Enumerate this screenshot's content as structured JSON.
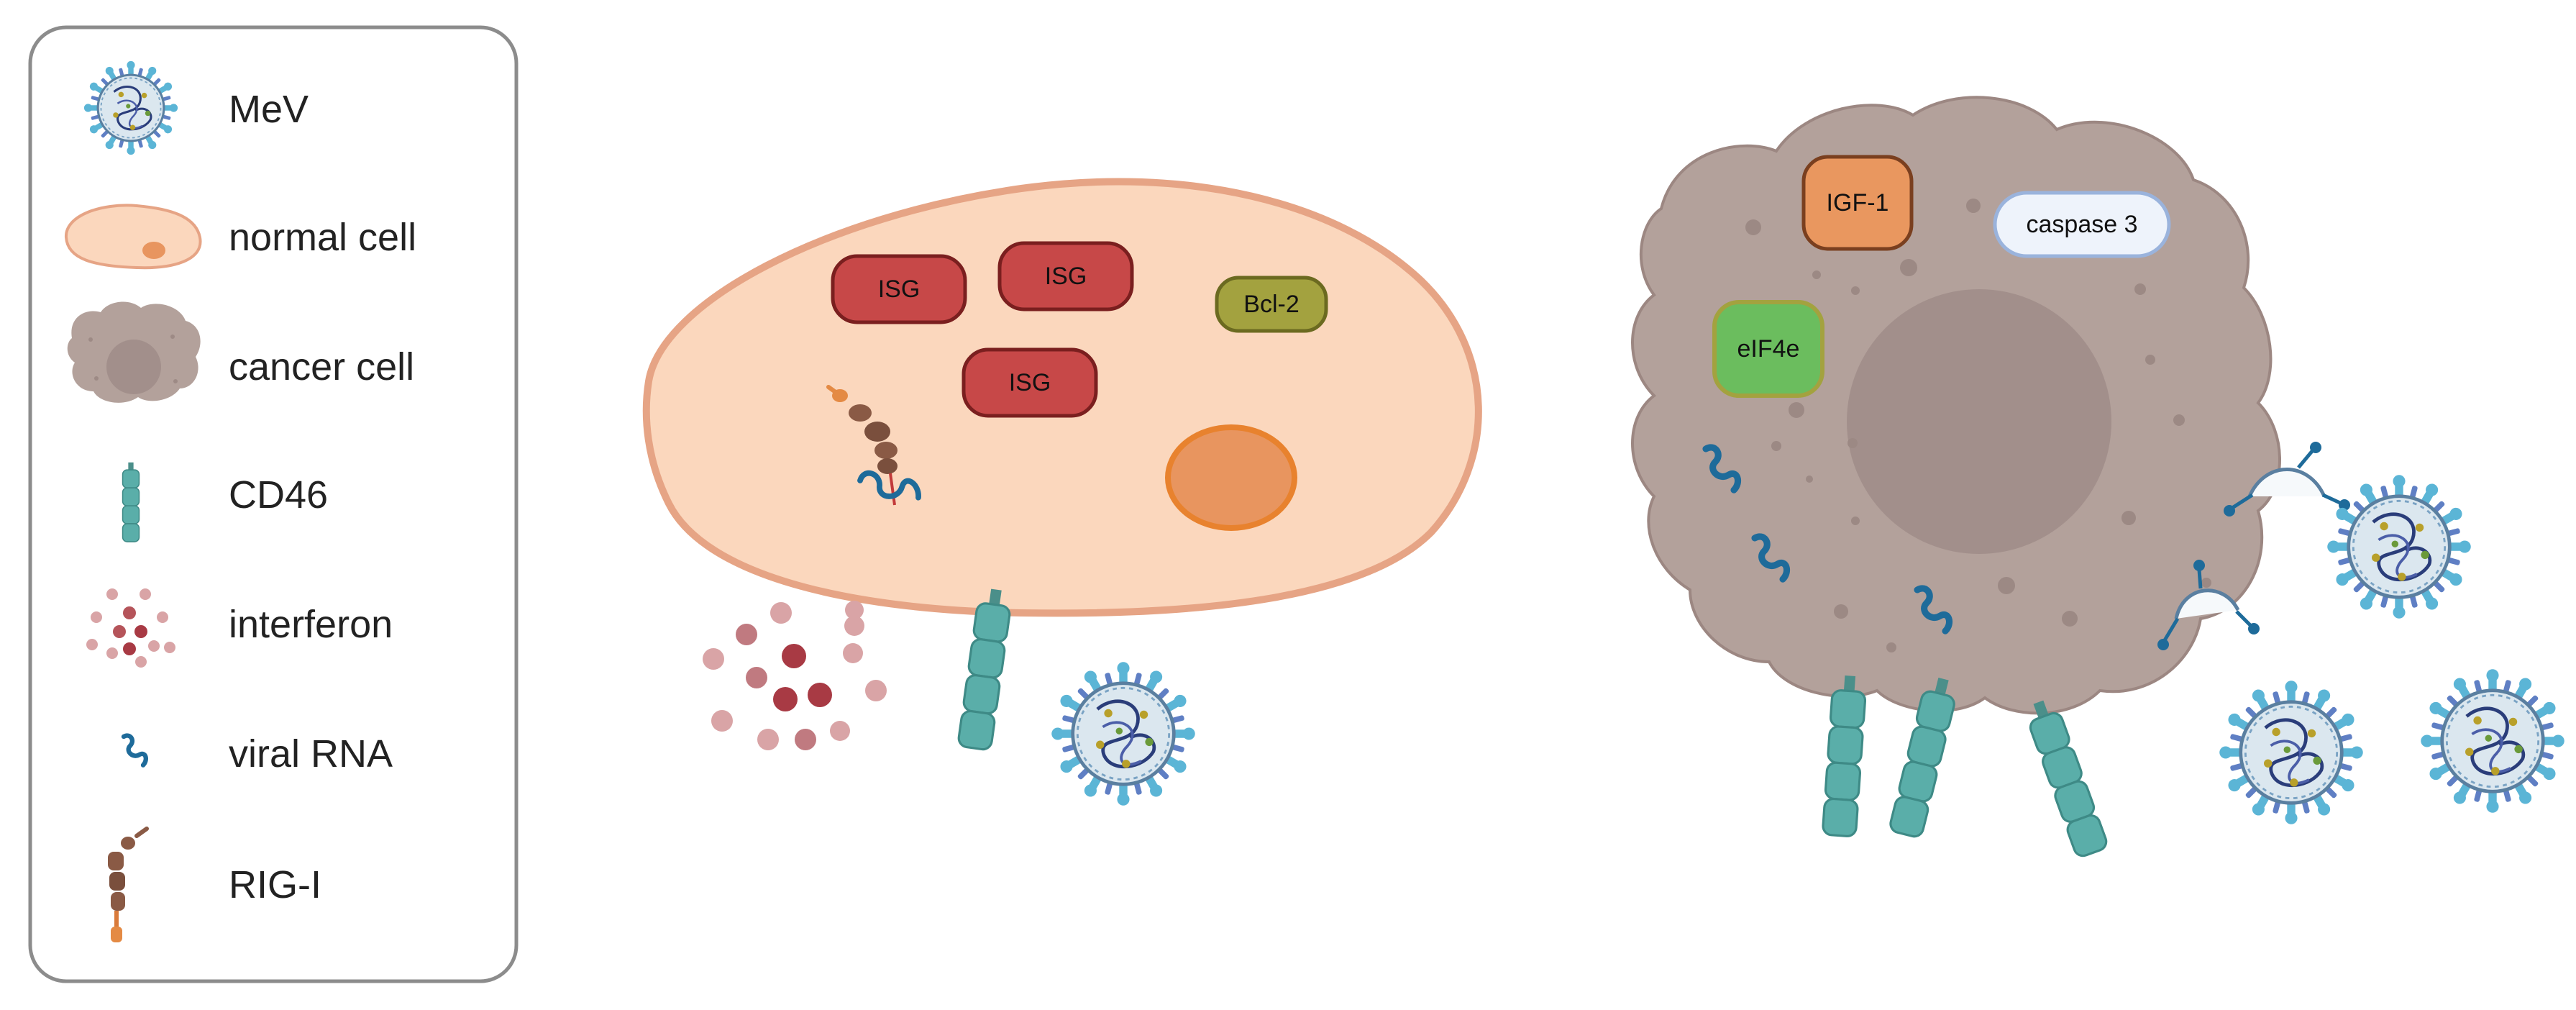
{
  "legend": {
    "items": [
      {
        "icon": "measles-virus-icon",
        "label": "MeV"
      },
      {
        "icon": "normal-cell-icon",
        "label": "normal cell"
      },
      {
        "icon": "cancer-cell-icon",
        "label": "cancer cell"
      },
      {
        "icon": "cd46-receptor-icon",
        "label": "CD46"
      },
      {
        "icon": "interferon-icon",
        "label": "interferon"
      },
      {
        "icon": "viral-rna-icon",
        "label": "viral RNA"
      },
      {
        "icon": "rig-i-icon",
        "label": "RIG-I"
      }
    ]
  },
  "normal_cell": {
    "isg_labels": [
      "ISG",
      "ISG",
      "ISG"
    ],
    "bcl2_label": "Bcl-2"
  },
  "cancer_cell": {
    "igf1_label": "IGF-1",
    "caspase3_label": "caspase 3",
    "eif4e_label": "eIF4e"
  },
  "colors": {
    "normal_cell_fill": "#fbd7bd",
    "normal_cell_border": "#e69c7c",
    "nucleus_normal": "#e8955f",
    "cancer_cell_fill": "#b3a19b",
    "cancer_nucleus": "#a28f8b",
    "isg": "#c74848",
    "bcl2": "#a3a23f",
    "igf1": "#e9975f",
    "caspase3": "#eef3fb",
    "eif4e": "#6bbd5e",
    "cd46": "#5aaea9",
    "interferon": "#b5545a",
    "viral_rna": "#1e6b9a",
    "rig_i": "#8a5a45"
  }
}
